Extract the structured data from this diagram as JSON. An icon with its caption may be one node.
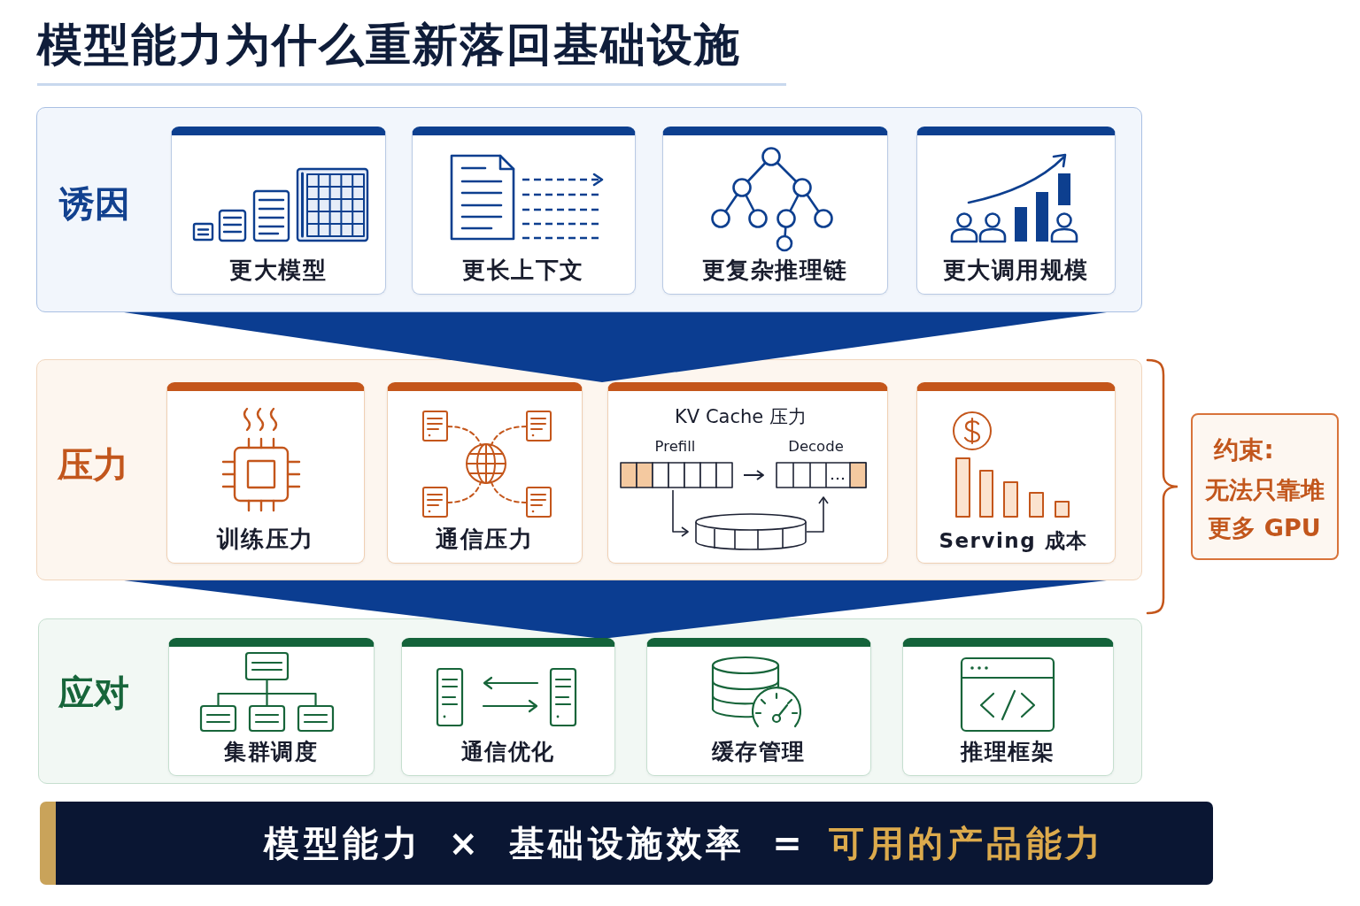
{
  "diagram": {
    "title": "模型能力为什么重新落回基础设施",
    "nodes": [
      {
        "text": [
          "诱因"
        ]
      },
      {
        "text": [
          "更大模型"
        ],
        "in": 0
      },
      {
        "text": [
          "更长上下文"
        ],
        "in": 0
      },
      {
        "text": [
          "更复杂推理链"
        ],
        "in": 0
      },
      {
        "text": [
          "更大调用规模"
        ],
        "in": 0
      },
      {
        "text": [
          "压力"
        ]
      },
      {
        "text": [
          "训练压力"
        ],
        "in": 5
      },
      {
        "text": [
          "通信压力"
        ],
        "in": 5
      },
      {
        "text": [
          "KV Cache 压力",
          "Prefill",
          "Decode"
        ],
        "in": 5
      },
      {
        "text": [
          "Serving 成本"
        ],
        "in": 5
      },
      {
        "text": [
          "应对"
        ]
      },
      {
        "text": [
          "集群调度"
        ],
        "in": 10
      },
      {
        "text": [
          "通信优化"
        ],
        "in": 10
      },
      {
        "text": [
          "缓存管理"
        ],
        "in": 10
      },
      {
        "text": [
          "推理框架"
        ],
        "in": 10
      },
      {
        "text": [
          "约束:",
          "无法只靠堆更多 GPU"
        ]
      },
      {
        "text": [
          "模型能力 × 基础设施效率 =",
          "可用的产品能力"
        ]
      }
    ],
    "edges": [
      {
        "from": 0,
        "to": 5,
        "arrow": "to"
      },
      {
        "from": 5,
        "to": 10,
        "arrow": "to"
      }
    ]
  }
}
